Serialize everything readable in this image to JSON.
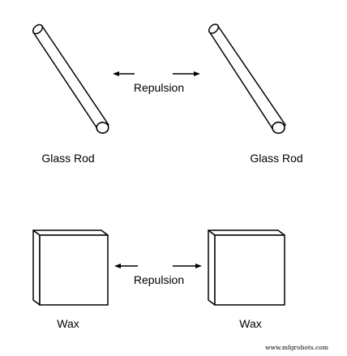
{
  "top_row": {
    "left_label": "Glass Rod",
    "right_label": "Glass Rod",
    "force_label": "Repulsion"
  },
  "bottom_row": {
    "left_label": "Wax",
    "right_label": "Wax",
    "force_label": "Repulsion"
  },
  "watermark": "www.mfgrobots.com",
  "colors": {
    "stroke": "#000000",
    "fill": "#ffffff"
  }
}
